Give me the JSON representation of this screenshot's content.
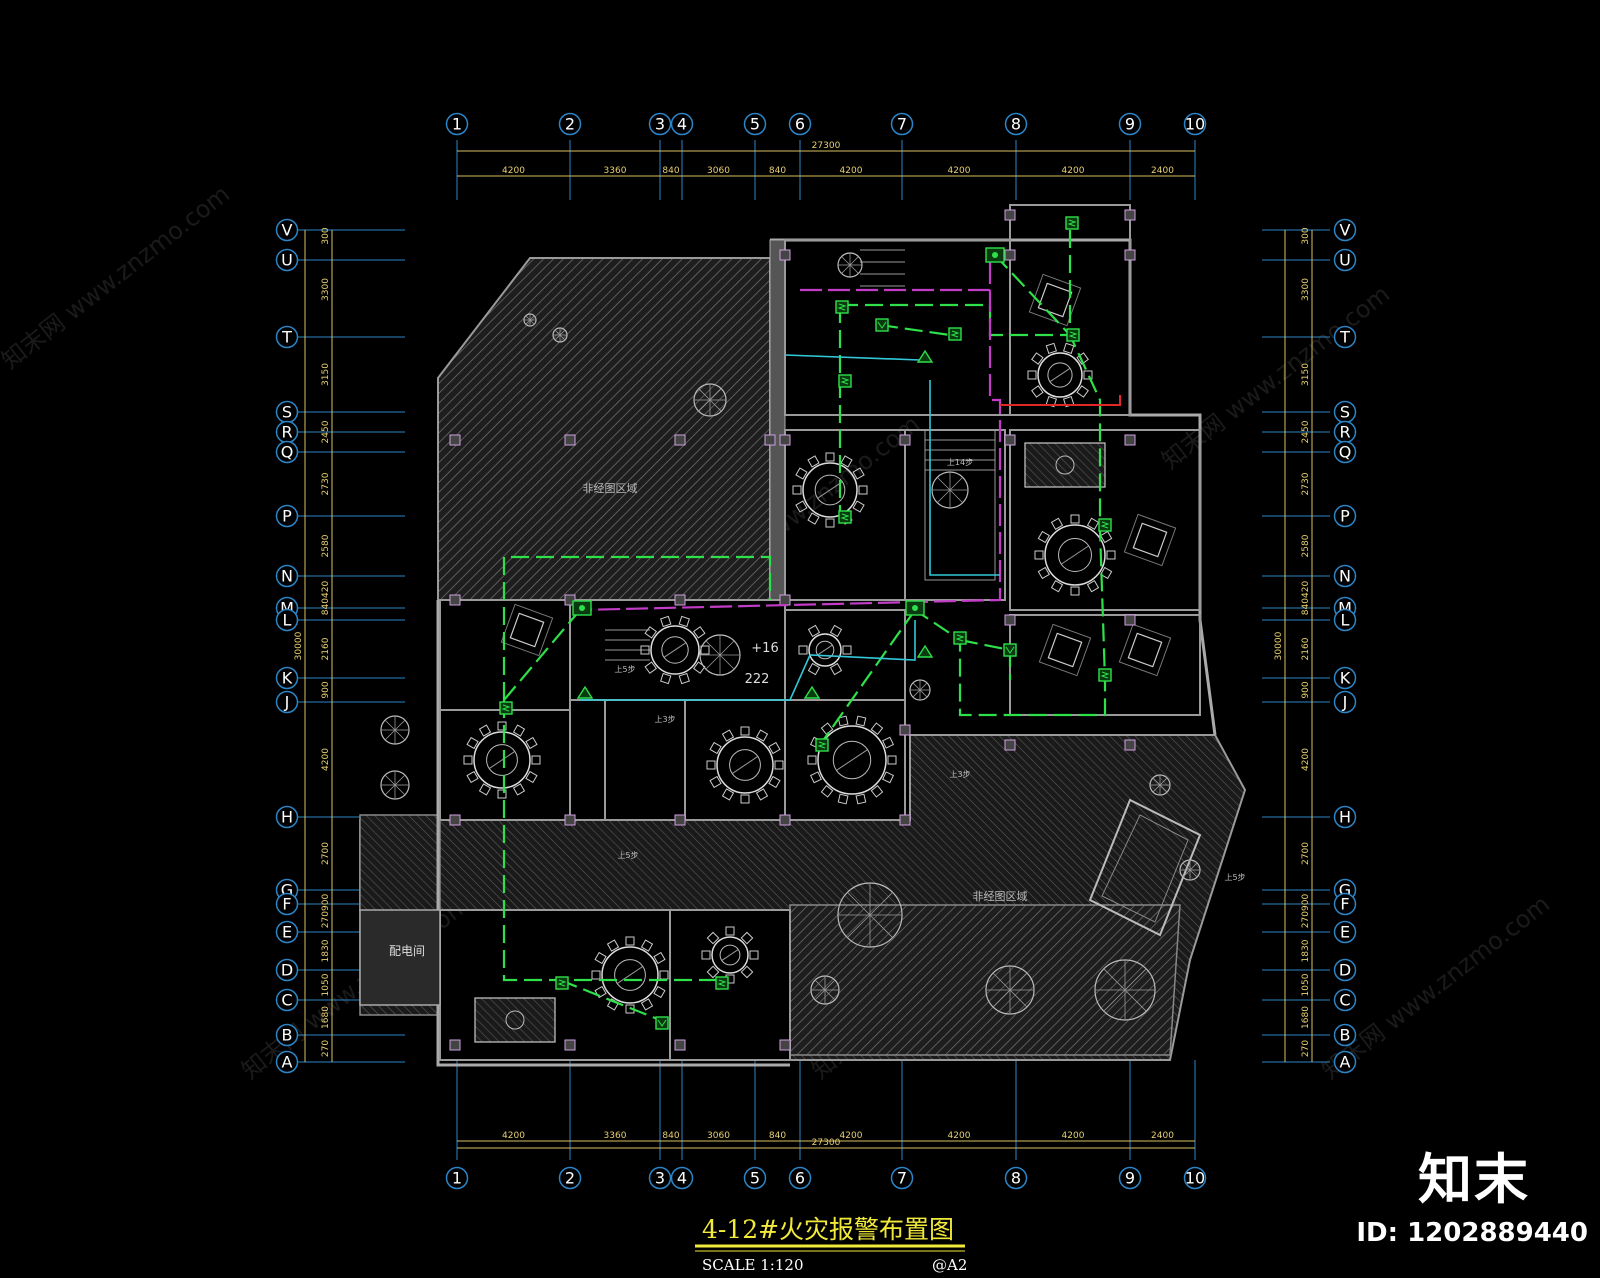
{
  "title": "4-12#火灾报警布置图",
  "scale": "SCALE 1:120",
  "sheet": "@A2",
  "brand": "知末",
  "image_id": "ID: 1202889440",
  "watermark": "知末网 www.znzmo.com",
  "grid_columns": [
    "1",
    "2",
    "3",
    "4",
    "5",
    "6",
    "7",
    "8",
    "9",
    "10"
  ],
  "grid_rows": [
    "V",
    "U",
    "T",
    "S",
    "R",
    "Q",
    "P",
    "N",
    "M",
    "L",
    "K",
    "J",
    "H",
    "G",
    "F",
    "E",
    "D",
    "C",
    "B",
    "A"
  ],
  "dims_horizontal": [
    "4200",
    "3360",
    "840",
    "3060",
    "840",
    "4200",
    "4200",
    "4200",
    "2400"
  ],
  "dim_horizontal_total": "27300",
  "dims_vertical": [
    "300",
    "3300",
    "3150",
    "2450",
    "2730",
    "2580",
    "840420",
    "2160",
    "900",
    "4200",
    "2700",
    "270900",
    "1830",
    "1050",
    "1680",
    "270"
  ],
  "dim_vertical_total": "30000",
  "room_labels": {
    "non_design_top": "非经图区域",
    "non_design_bottom": "非经图区域",
    "power_room": "配电间",
    "step_a": "上5步",
    "step_b": "上3步",
    "step_c": "上5步",
    "step_d": "上3步",
    "step_e": "上5步",
    "step_f": "上14步",
    "table_a": "+16",
    "table_b": "222"
  },
  "colors": {
    "background": "#000000",
    "wall_hatch": "#7a7a7a",
    "axis_line": "#2b86c9",
    "dimension": "#d8c060",
    "alarm_loop": "#2ee04a",
    "broadcast_loop": "#c33cc8",
    "linkage_loop": "#33c8d8",
    "power_loop": "#e02828",
    "title": "#f2ea3a"
  },
  "icons": [
    "smoke-detector-icon",
    "manual-alarm-icon",
    "alarm-bell-icon",
    "module-icon"
  ]
}
